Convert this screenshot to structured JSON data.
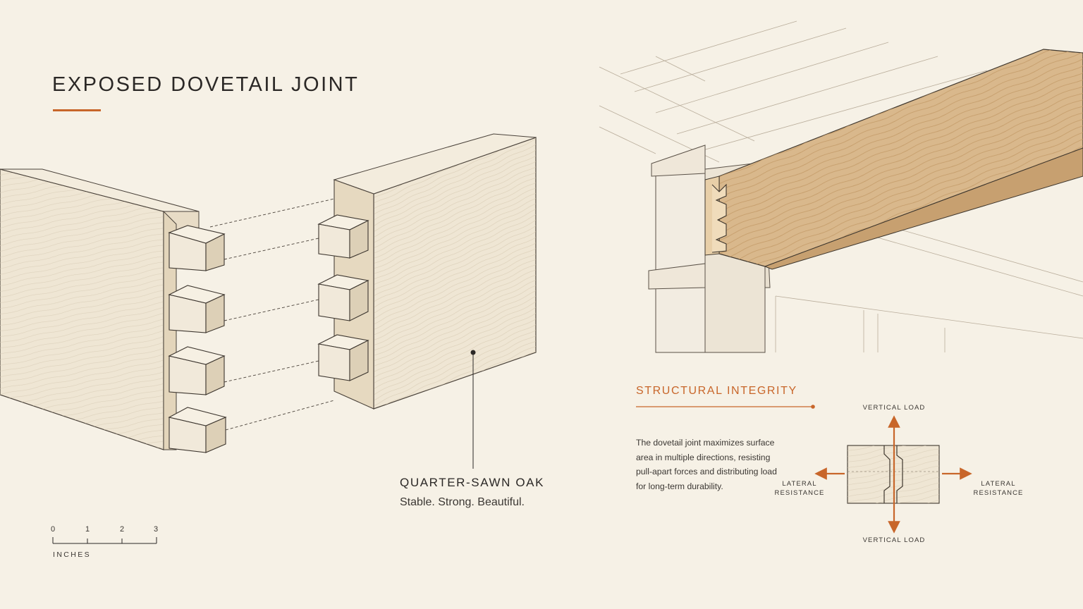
{
  "title": "EXPOSED DOVETAIL JOINT",
  "material": {
    "name": "QUARTER-SAWN OAK",
    "tagline": "Stable. Strong. Beautiful."
  },
  "structural": {
    "heading": "STRUCTURAL INTEGRITY",
    "body": "The dovetail joint maximizes surface area in multiple directions, resisting pull-apart forces and distributing load for long-term durability.",
    "label_top": "VERTICAL LOAD",
    "label_bottom": "VERTICAL LOAD",
    "label_left": "LATERAL RESISTANCE",
    "label_right": "LATERAL RESISTANCE"
  },
  "scale": {
    "ticks": [
      "0",
      "1",
      "2",
      "3"
    ],
    "unit": "INCHES"
  },
  "colors": {
    "accent": "#c8662a",
    "background": "#f6f1e6",
    "ink": "#2b2826",
    "wood_light": "#efe6d4",
    "wood_beam": "#d9b88c"
  }
}
